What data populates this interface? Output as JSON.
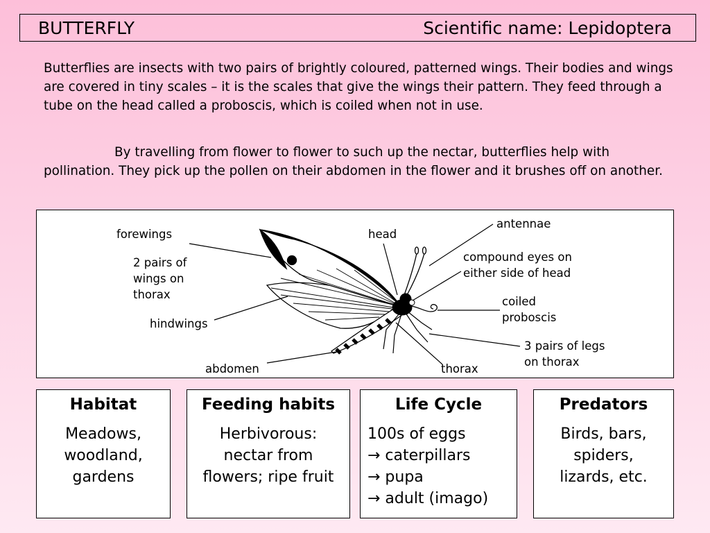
{
  "header": {
    "title": "BUTTERFLY",
    "scientific": "Scientific name: Lepidoptera"
  },
  "intro": {
    "p1": "Butterflies are insects with two pairs of brightly coloured, patterned wings. Their bodies and wings are covered in tiny scales – it is the scales that give the wings their pattern. They feed through a tube on the head called a proboscis, which is coiled when not in use.",
    "p2": "By travelling from flower to flower to such up the nectar, butterflies help with pollination. They pick up the pollen on their abdomen in the flower and it brushes off on another."
  },
  "diagram": {
    "labels": {
      "forewings": "forewings",
      "two_pairs": "2 pairs of\nwings on\nthorax",
      "hindwings": "hindwings",
      "abdomen": "abdomen",
      "head": "head",
      "antennae": "antennae",
      "eyes": "compound eyes on\neither side of head",
      "proboscis": "coiled\nproboscis",
      "legs": "3 pairs of legs\non thorax",
      "thorax": "thorax"
    }
  },
  "cards": [
    {
      "title": "Habitat",
      "body": "Meadows,\nwoodland,\ngardens"
    },
    {
      "title": "Feeding habits",
      "body": "Herbivorous:\nnectar from\nflowers; ripe fruit"
    },
    {
      "title": "Life Cycle",
      "body": "100s of eggs\n→ caterpillars\n→ pupa\n→ adult (imago)"
    },
    {
      "title": "Predators",
      "body": "Birds, bars,\nspiders,\nlizards, etc."
    }
  ]
}
